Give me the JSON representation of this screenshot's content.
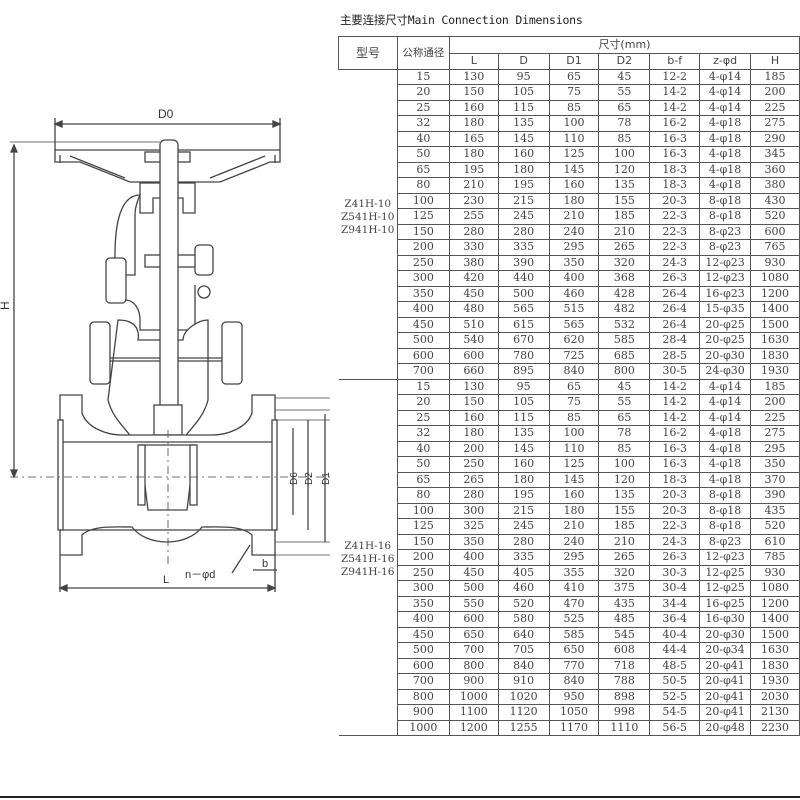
{
  "title": "主要连接尺寸Main Connection Dimensions",
  "drawing_labels": {
    "D0": "D0",
    "H": "H",
    "D6": "D6",
    "D2": "D2",
    "D1": "D1",
    "nphid": "n－φd",
    "b": "b",
    "L": "L"
  },
  "table": {
    "header_type": "型号",
    "header_dn": "公称通径",
    "header_dims": "尺寸(mm)",
    "columns": [
      "L",
      "D",
      "D1",
      "D2",
      "b-f",
      "z-φd",
      "H"
    ],
    "groups": [
      {
        "models": [
          "Z41H-10",
          "Z541H-10",
          "Z941H-10"
        ],
        "rows": [
          [
            "15",
            "130",
            "95",
            "65",
            "45",
            "12-2",
            "4-φ14",
            "185"
          ],
          [
            "20",
            "150",
            "105",
            "75",
            "55",
            "14-2",
            "4-φ14",
            "200"
          ],
          [
            "25",
            "160",
            "115",
            "85",
            "65",
            "14-2",
            "4-φ14",
            "225"
          ],
          [
            "32",
            "180",
            "135",
            "100",
            "78",
            "16-2",
            "4-φ18",
            "275"
          ],
          [
            "40",
            "165",
            "145",
            "110",
            "85",
            "16-3",
            "4-φ18",
            "290"
          ],
          [
            "50",
            "180",
            "160",
            "125",
            "100",
            "16-3",
            "4-φ18",
            "345"
          ],
          [
            "65",
            "195",
            "180",
            "145",
            "120",
            "18-3",
            "4-φ18",
            "360"
          ],
          [
            "80",
            "210",
            "195",
            "160",
            "135",
            "18-3",
            "4-φ18",
            "380"
          ],
          [
            "100",
            "230",
            "215",
            "180",
            "155",
            "20-3",
            "8-φ18",
            "430"
          ],
          [
            "125",
            "255",
            "245",
            "210",
            "185",
            "22-3",
            "8-φ18",
            "520"
          ],
          [
            "150",
            "280",
            "280",
            "240",
            "210",
            "22-3",
            "8-φ23",
            "600"
          ],
          [
            "200",
            "330",
            "335",
            "295",
            "265",
            "22-3",
            "8-φ23",
            "765"
          ],
          [
            "250",
            "380",
            "390",
            "350",
            "320",
            "24-3",
            "12-φ23",
            "930"
          ],
          [
            "300",
            "420",
            "440",
            "400",
            "368",
            "26-3",
            "12-φ23",
            "1080"
          ],
          [
            "350",
            "450",
            "500",
            "460",
            "428",
            "26-4",
            "16-φ23",
            "1200"
          ],
          [
            "400",
            "480",
            "565",
            "515",
            "482",
            "26-4",
            "15-φ35",
            "1400"
          ],
          [
            "450",
            "510",
            "615",
            "565",
            "532",
            "26-4",
            "20-φ25",
            "1500"
          ],
          [
            "500",
            "540",
            "670",
            "620",
            "585",
            "28-4",
            "20-φ25",
            "1630"
          ],
          [
            "600",
            "600",
            "780",
            "725",
            "685",
            "28-5",
            "20-φ30",
            "1830"
          ],
          [
            "700",
            "660",
            "895",
            "840",
            "800",
            "30-5",
            "24-φ30",
            "1930"
          ]
        ]
      },
      {
        "models": [
          "Z41H-16",
          "Z541H-16",
          "Z941H-16"
        ],
        "rows": [
          [
            "15",
            "130",
            "95",
            "65",
            "45",
            "14-2",
            "4-φ14",
            "185"
          ],
          [
            "20",
            "150",
            "105",
            "75",
            "55",
            "14-2",
            "4-φ14",
            "200"
          ],
          [
            "25",
            "160",
            "115",
            "85",
            "65",
            "14-2",
            "4-φ14",
            "225"
          ],
          [
            "32",
            "180",
            "135",
            "100",
            "78",
            "16-2",
            "4-φ18",
            "275"
          ],
          [
            "40",
            "200",
            "145",
            "110",
            "85",
            "16-3",
            "4-φ18",
            "295"
          ],
          [
            "50",
            "250",
            "160",
            "125",
            "100",
            "16-3",
            "4-φ18",
            "350"
          ],
          [
            "65",
            "265",
            "180",
            "145",
            "120",
            "18-3",
            "4-φ18",
            "370"
          ],
          [
            "80",
            "280",
            "195",
            "160",
            "135",
            "20-3",
            "8-φ18",
            "390"
          ],
          [
            "100",
            "300",
            "215",
            "180",
            "155",
            "20-3",
            "8-φ18",
            "435"
          ],
          [
            "125",
            "325",
            "245",
            "210",
            "185",
            "22-3",
            "8-φ18",
            "520"
          ],
          [
            "150",
            "350",
            "280",
            "240",
            "210",
            "24-3",
            "8-φ23",
            "610"
          ],
          [
            "200",
            "400",
            "335",
            "295",
            "265",
            "26-3",
            "12-φ23",
            "785"
          ],
          [
            "250",
            "450",
            "405",
            "355",
            "320",
            "30-3",
            "12-φ25",
            "930"
          ],
          [
            "300",
            "500",
            "460",
            "410",
            "375",
            "30-4",
            "12-φ25",
            "1080"
          ],
          [
            "350",
            "550",
            "520",
            "470",
            "435",
            "34-4",
            "16-φ25",
            "1200"
          ],
          [
            "400",
            "600",
            "580",
            "525",
            "485",
            "36-4",
            "16-φ30",
            "1400"
          ],
          [
            "450",
            "650",
            "640",
            "585",
            "545",
            "40-4",
            "20-φ30",
            "1500"
          ],
          [
            "500",
            "700",
            "705",
            "650",
            "608",
            "44-4",
            "20-φ34",
            "1630"
          ],
          [
            "600",
            "800",
            "840",
            "770",
            "718",
            "48-5",
            "20-φ41",
            "1830"
          ],
          [
            "700",
            "900",
            "910",
            "840",
            "788",
            "50-5",
            "20-φ41",
            "1930"
          ],
          [
            "800",
            "1000",
            "1020",
            "950",
            "898",
            "52-5",
            "20-φ41",
            "2030"
          ],
          [
            "900",
            "1100",
            "1120",
            "1050",
            "998",
            "54-5",
            "20-φ41",
            "2130"
          ],
          [
            "1000",
            "1200",
            "1255",
            "1170",
            "1110",
            "56-5",
            "20-φ48",
            "2230"
          ]
        ]
      }
    ]
  }
}
